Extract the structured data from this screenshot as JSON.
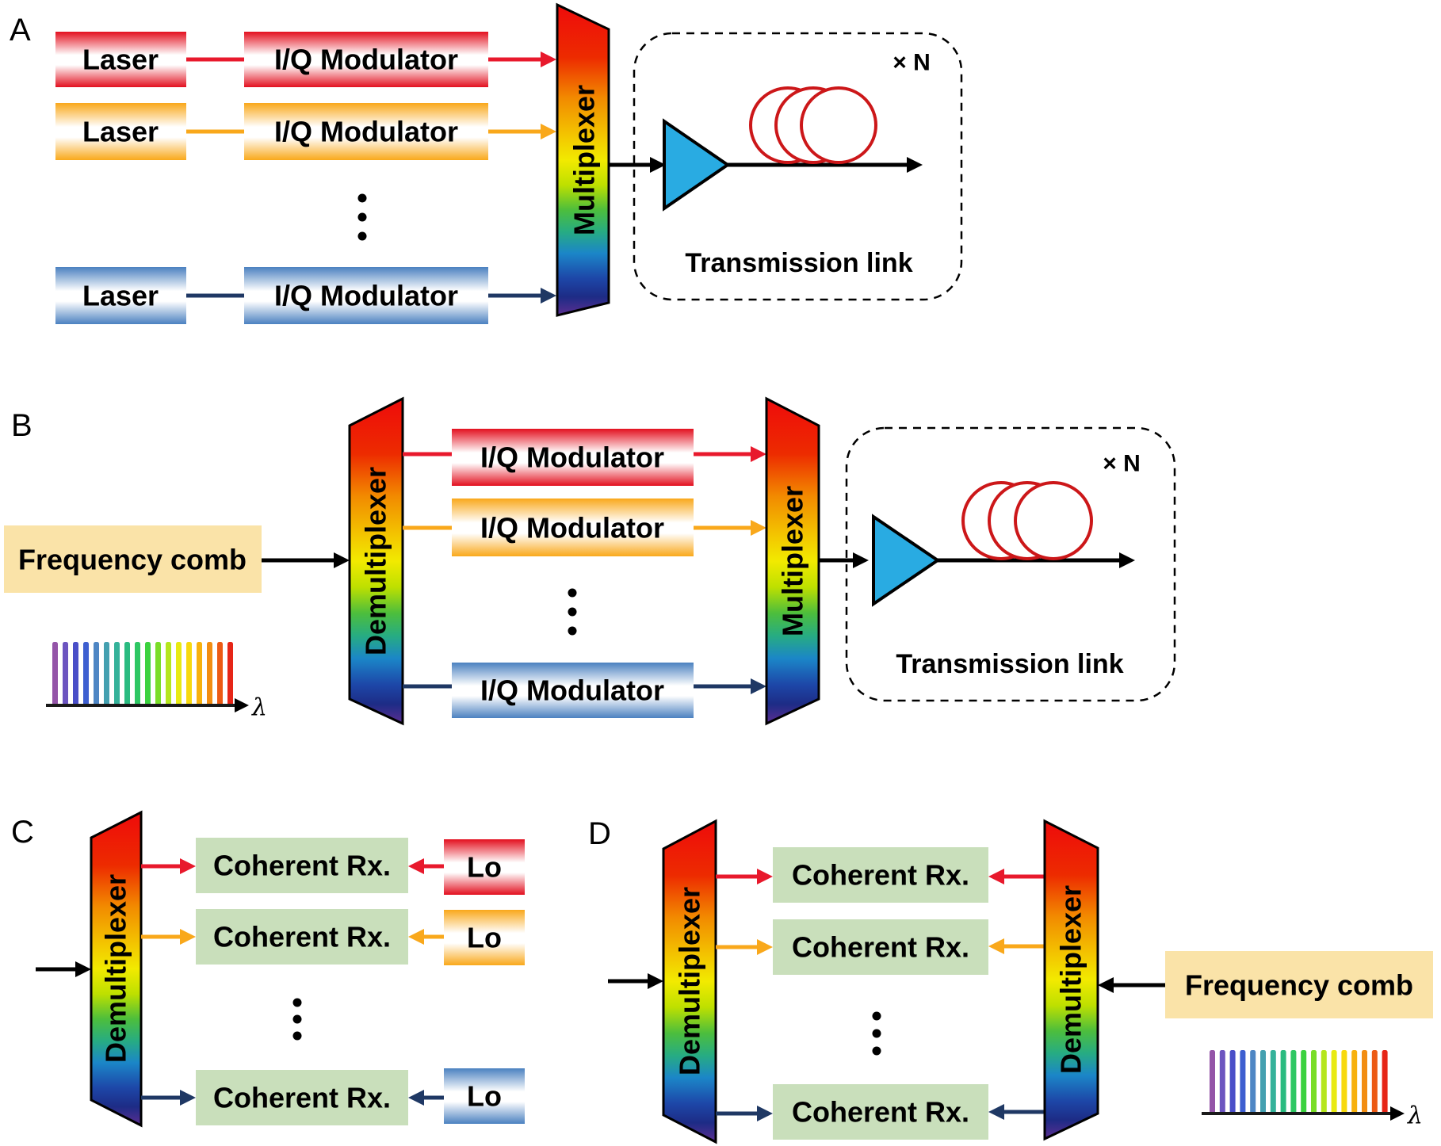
{
  "panels": {
    "a": {
      "label": "A"
    },
    "b": {
      "label": "B"
    },
    "c": {
      "label": "C"
    },
    "d": {
      "label": "D"
    }
  },
  "blocks": {
    "laser": "Laser",
    "iq_modulator": "I/Q Modulator",
    "multiplexer": "Multiplexer",
    "demultiplexer": "Demultiplexer",
    "coherent_rx": "Coherent Rx.",
    "lo": "Lo",
    "frequency_comb": "Frequency comb"
  },
  "transmission_link": {
    "label": "Transmission link",
    "repeat_label": "× N"
  },
  "axis": {
    "wavelength": "λ"
  },
  "colors": {
    "channel_red": "#E8192C",
    "channel_orange": "#F9A81B",
    "channel_navy": "#1F3864",
    "amplifier_fill": "#29ABE2",
    "fiber_coil_stroke": "#CC1719",
    "coherent_rx_fill": "#C9DFBB",
    "frequency_comb_fill": "#FAE3A8"
  },
  "comb_spectrum": {
    "bar_count": 18,
    "bar_colors": [
      "#9455A8",
      "#6C55C0",
      "#4A4FC8",
      "#3E5FD0",
      "#4E86C4",
      "#44A0B0",
      "#35B29A",
      "#2ABB80",
      "#2EC763",
      "#3BD23F",
      "#7ADD28",
      "#B5E61D",
      "#E8EA12",
      "#F7D90E",
      "#F7B10D",
      "#F28D12",
      "#EC5A14",
      "#E62517"
    ]
  }
}
